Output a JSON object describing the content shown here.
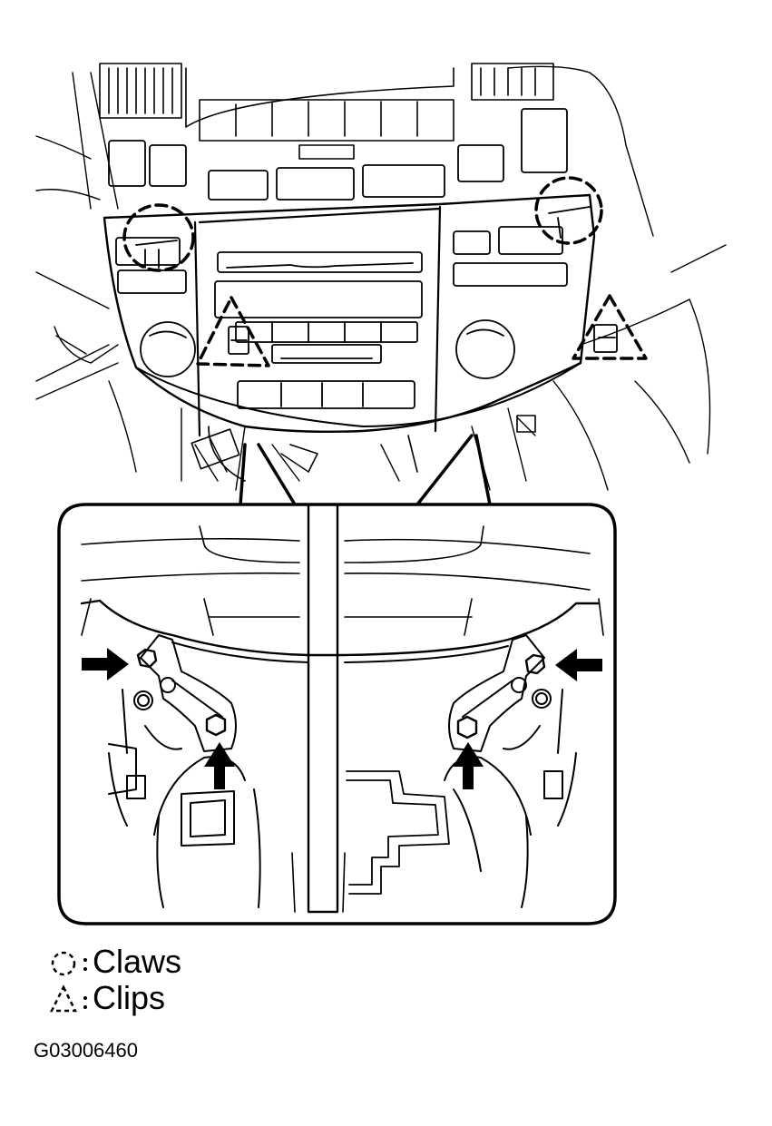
{
  "legend": {
    "claws_label": "Claws",
    "clips_label": "Clips"
  },
  "figure_id": "G03006460"
}
